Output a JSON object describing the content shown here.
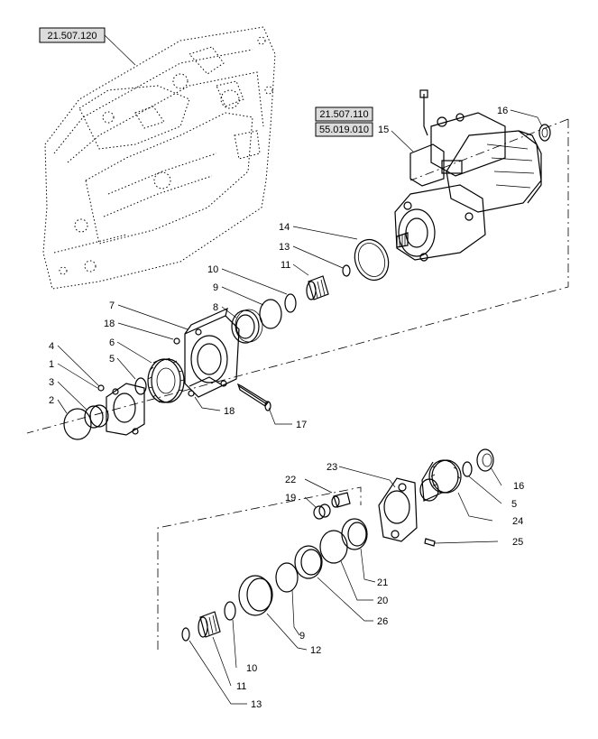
{
  "refs": {
    "housing_ref": "21.507.120",
    "motor_ref_1": "21.507.110",
    "motor_ref_2": "55.019.010"
  },
  "callouts": {
    "c1": "1",
    "c2": "2",
    "c3": "3",
    "c4": "4",
    "c5a": "5",
    "c5b": "5",
    "c6": "6",
    "c7": "7",
    "c8": "8",
    "c9a": "9",
    "c9b": "9",
    "c10a": "10",
    "c10b": "10",
    "c11a": "11",
    "c11b": "11",
    "c12": "12",
    "c13a": "13",
    "c13b": "13",
    "c14": "14",
    "c15": "15",
    "c16a": "16",
    "c16b": "16",
    "c17": "17",
    "c18a": "18",
    "c18b": "18",
    "c19": "19",
    "c20": "20",
    "c21": "21",
    "c22": "22",
    "c23": "23",
    "c24": "24",
    "c25": "25",
    "c26": "26"
  }
}
